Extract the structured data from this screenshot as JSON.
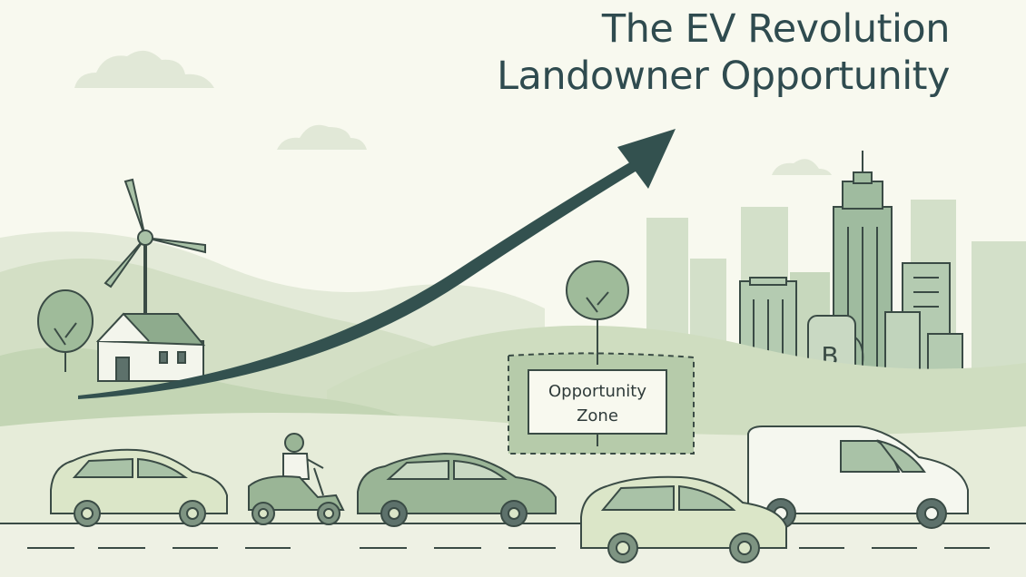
{
  "title": {
    "line1": "The EV Revolution",
    "line2": "Landowner Opportunity"
  },
  "zone_sign": {
    "line1": "Opportunity",
    "line2": "Zone"
  },
  "station_glyph": "B",
  "icons": [
    "wind-turbine-icon",
    "house-icon",
    "tree-icon",
    "growth-arrow-icon",
    "city-skyline-icon",
    "ev-charging-station-icon",
    "car-icon",
    "scooter-rider-icon",
    "delivery-van-icon",
    "cloud-icon"
  ],
  "colors": {
    "background": "#f8f9ef",
    "hill_light": "#dde6cf",
    "hill_mid": "#c7d6b9",
    "hill_dark": "#b3c8a7",
    "ink": "#3a4b45",
    "arrow": "#33514f",
    "title": "#2f4b4f",
    "city": "#a9c2a7",
    "car_green": "#9ab596",
    "car_pale": "#dbe6c8",
    "van": "#f5f7ef"
  }
}
